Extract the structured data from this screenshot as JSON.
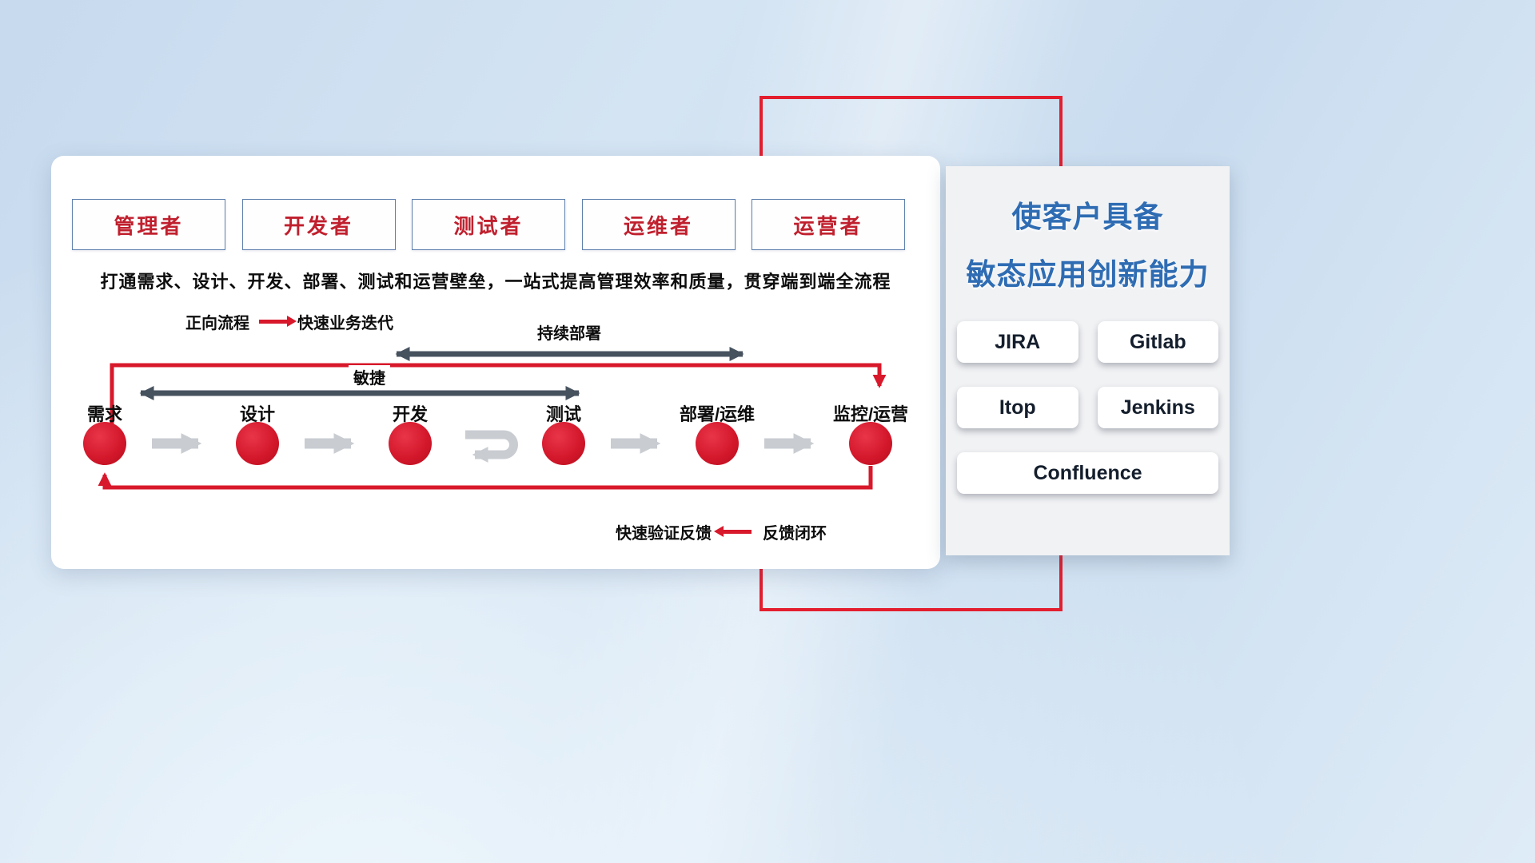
{
  "colors": {
    "accent_red": "#d8182b",
    "frame_red": "#e31e2e",
    "dark_arrow": "#47525f",
    "gray_arrow": "#c9ccd1",
    "title_blue": "#2e6cb3",
    "role_text_red": "#c0202e"
  },
  "roles": [
    {
      "label": "管理者"
    },
    {
      "label": "开发者"
    },
    {
      "label": "测试者"
    },
    {
      "label": "运维者"
    },
    {
      "label": "运营者"
    }
  ],
  "panel": {
    "description": "打通需求、设计、开发、部署、测试和运营壁垒，一站式提高管理效率和质量，贯穿端到端全流程",
    "legend_forward": {
      "label": "正向流程",
      "caption": "快速业务迭代"
    },
    "legend_feedback": {
      "label": "快速验证反馈",
      "caption": "反馈闭环"
    },
    "arrow_labels": {
      "continuous_deploy": "持续部署",
      "agile": "敏捷"
    }
  },
  "flow": {
    "stages": [
      {
        "label": "需求"
      },
      {
        "label": "设计"
      },
      {
        "label": "开发"
      },
      {
        "label": "测试"
      },
      {
        "label": "部署/运维"
      },
      {
        "label": "监控/运营"
      }
    ]
  },
  "right_panel": {
    "title_line1": "使客户具备",
    "title_line2": "敏态应用创新能力",
    "tools": [
      {
        "name": "JIRA"
      },
      {
        "name": "Gitlab"
      },
      {
        "name": "Itop"
      },
      {
        "name": "Jenkins"
      },
      {
        "name": "Confluence"
      }
    ]
  }
}
